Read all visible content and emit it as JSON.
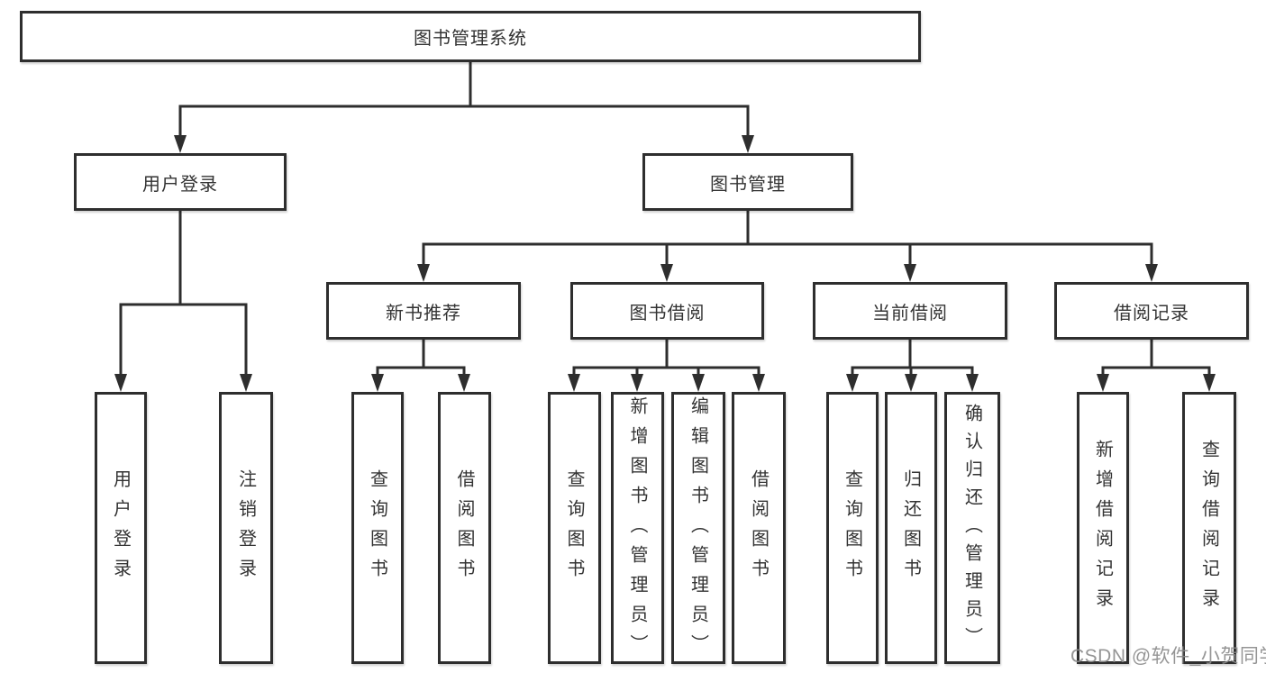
{
  "diagram_title": "图书管理系统",
  "watermark": "CSDN @软件_小贺同学",
  "colors": {
    "line": "#2e2e2e",
    "text": "#333333",
    "box_background": "#ffffff",
    "page_background": "#ffffff",
    "watermark": "#8c8c8c"
  },
  "nodes": {
    "root": {
      "label": "图书管理系统"
    },
    "branches": [
      {
        "id": "user-login",
        "label": "用户登录",
        "children": [
          {
            "label": "用户登录"
          },
          {
            "label": "注销登录"
          }
        ]
      },
      {
        "id": "book-management",
        "label": "图书管理",
        "sections": [
          {
            "label": "新书推荐",
            "children": [
              {
                "label": "查询图书"
              },
              {
                "label": "借阅图书"
              }
            ]
          },
          {
            "label": "图书借阅",
            "children": [
              {
                "label": "查询图书"
              },
              {
                "label": "新增图书（管理员）"
              },
              {
                "label": "编辑图书（管理员）"
              },
              {
                "label": "借阅图书"
              }
            ]
          },
          {
            "label": "当前借阅",
            "children": [
              {
                "label": "查询图书"
              },
              {
                "label": "归还图书"
              },
              {
                "label": "确认归还（管理员）"
              }
            ]
          },
          {
            "label": "借阅记录",
            "children": [
              {
                "label": "新增借阅记录"
              },
              {
                "label": "查询借阅记录"
              }
            ]
          }
        ]
      }
    ]
  }
}
